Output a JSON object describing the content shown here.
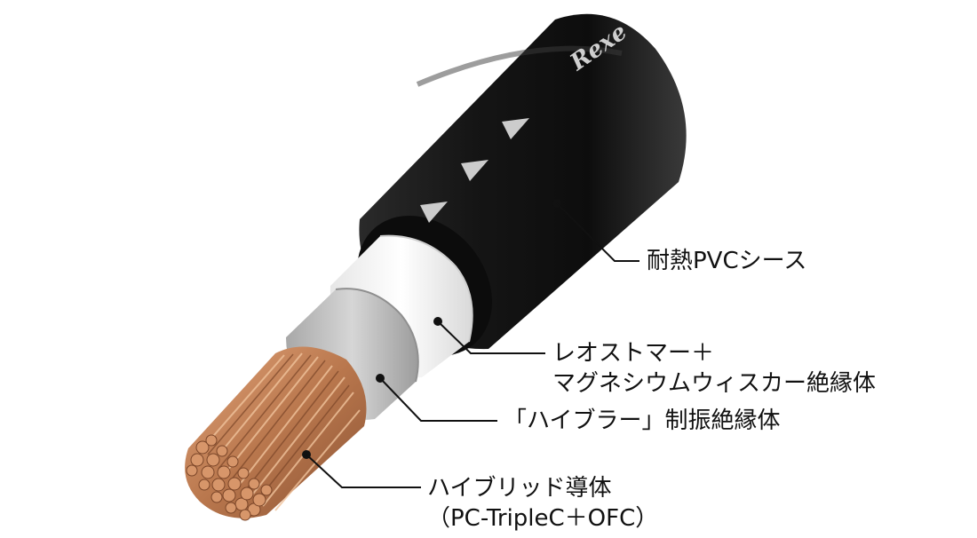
{
  "brand_mark": "Rexe",
  "labels": {
    "sheath": "耐熱PVCシース",
    "outer_insulation": [
      "レオストマー＋",
      "マグネシウムウィスカー絶縁体"
    ],
    "inner_insulation": "「ハイブラー」制振絶縁体",
    "conductor": [
      "ハイブリッド導体",
      "（PC-TripleC＋OFC）"
    ]
  },
  "colors": {
    "sheath": "#151515",
    "outer_insulation": "#f4f4f4",
    "inner_insulation": "#c2c2c2",
    "conductor": "#c98a5e",
    "leader_line": "#111111"
  }
}
